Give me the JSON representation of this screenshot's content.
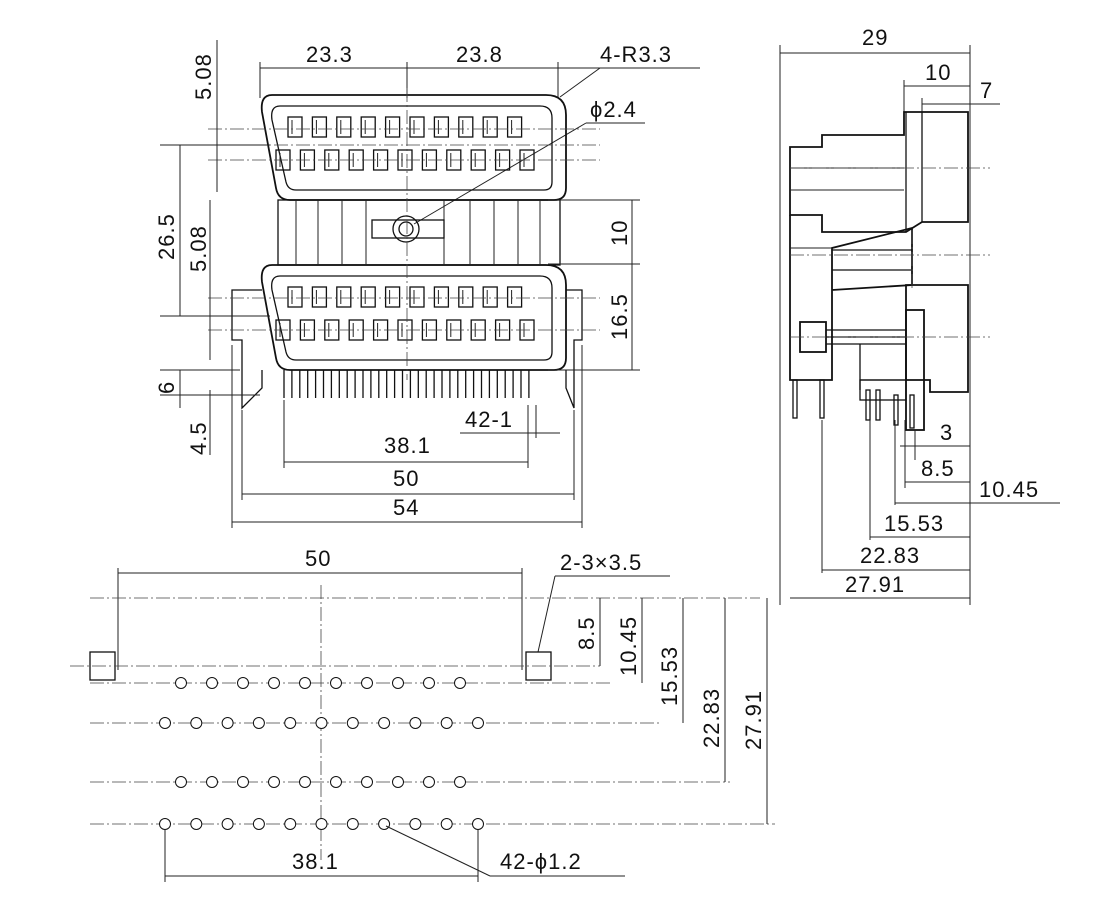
{
  "front_view": {
    "dims": {
      "top_left_width": "23.3",
      "top_right_width": "23.8",
      "corner_radius": "4-R3.3",
      "hole_diameter": "ϕ2.4",
      "top_offset": "5.08",
      "overall_height": "26.5",
      "mid_offset": "5.08",
      "upper_spacing": "10",
      "lower_height": "16.5",
      "pin_length": "6",
      "pin_stub": "4.5",
      "pin_count": "42-1",
      "pin_span": "38.1",
      "mount_span": "50",
      "overall_width": "54"
    }
  },
  "side_view": {
    "dims": {
      "depth": "29",
      "body_depth": "10",
      "flange": "7",
      "pin_a": "3",
      "pin_b": "8.5",
      "pin_c": "10.45",
      "pin_d": "15.53",
      "pin_e": "22.83",
      "pin_f": "27.91"
    }
  },
  "pcb_layout": {
    "dims": {
      "mount_span": "50",
      "mount_holes": "2-3×3.5",
      "row1": "8.5",
      "row2": "10.45",
      "row3": "15.53",
      "row4": "22.83",
      "row5": "27.91",
      "pin_span": "38.1",
      "pin_holes": "42-ϕ1.2"
    }
  }
}
